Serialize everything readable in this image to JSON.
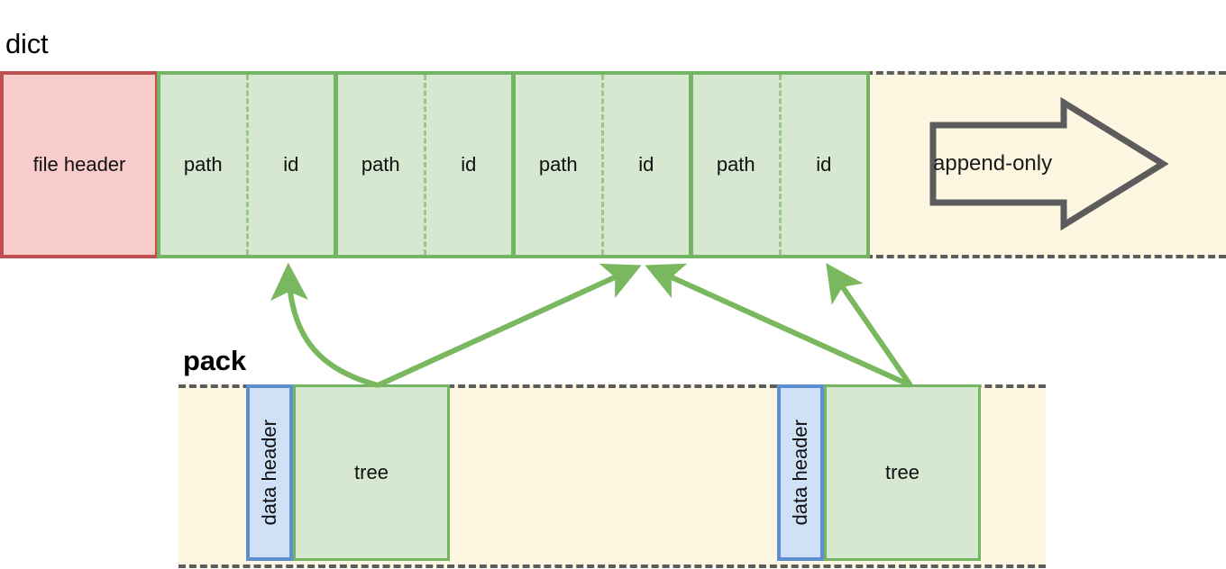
{
  "diagram": {
    "title_dict": "dict",
    "title_pack": "pack",
    "append_only_label": "append-only"
  },
  "colors": {
    "green_fill": "#d6e8d0",
    "green_stroke": "#74b563",
    "red_fill": "#f9cccc",
    "red_stroke": "#bf4f4f",
    "blue_fill": "#cfe0f7",
    "blue_stroke": "#5b8fd0",
    "cream_fill": "#fdf6e0",
    "dash_stroke": "#5c5c5c",
    "arrow_stroke": "#7ab85f",
    "text": "#101010"
  },
  "dict": {
    "label": "dict",
    "file_header_label": "file header",
    "entries": [
      {
        "path_label": "path",
        "id_label": "id"
      },
      {
        "path_label": "path",
        "id_label": "id"
      },
      {
        "path_label": "path",
        "id_label": "id"
      },
      {
        "path_label": "path",
        "id_label": "id"
      }
    ],
    "tail_note": "append-only"
  },
  "pack": {
    "label": "pack",
    "blocks": [
      {
        "header_label": "data header",
        "body_label": "tree"
      },
      {
        "header_label": "data header",
        "body_label": "tree"
      }
    ]
  },
  "links": [
    {
      "from": "pack-block-0",
      "to": "dict-entry-0"
    },
    {
      "from": "pack-block-0",
      "to": "dict-entry-2"
    },
    {
      "from": "pack-block-1",
      "to": "dict-entry-2"
    },
    {
      "from": "pack-block-1",
      "to": "dict-entry-3"
    }
  ]
}
